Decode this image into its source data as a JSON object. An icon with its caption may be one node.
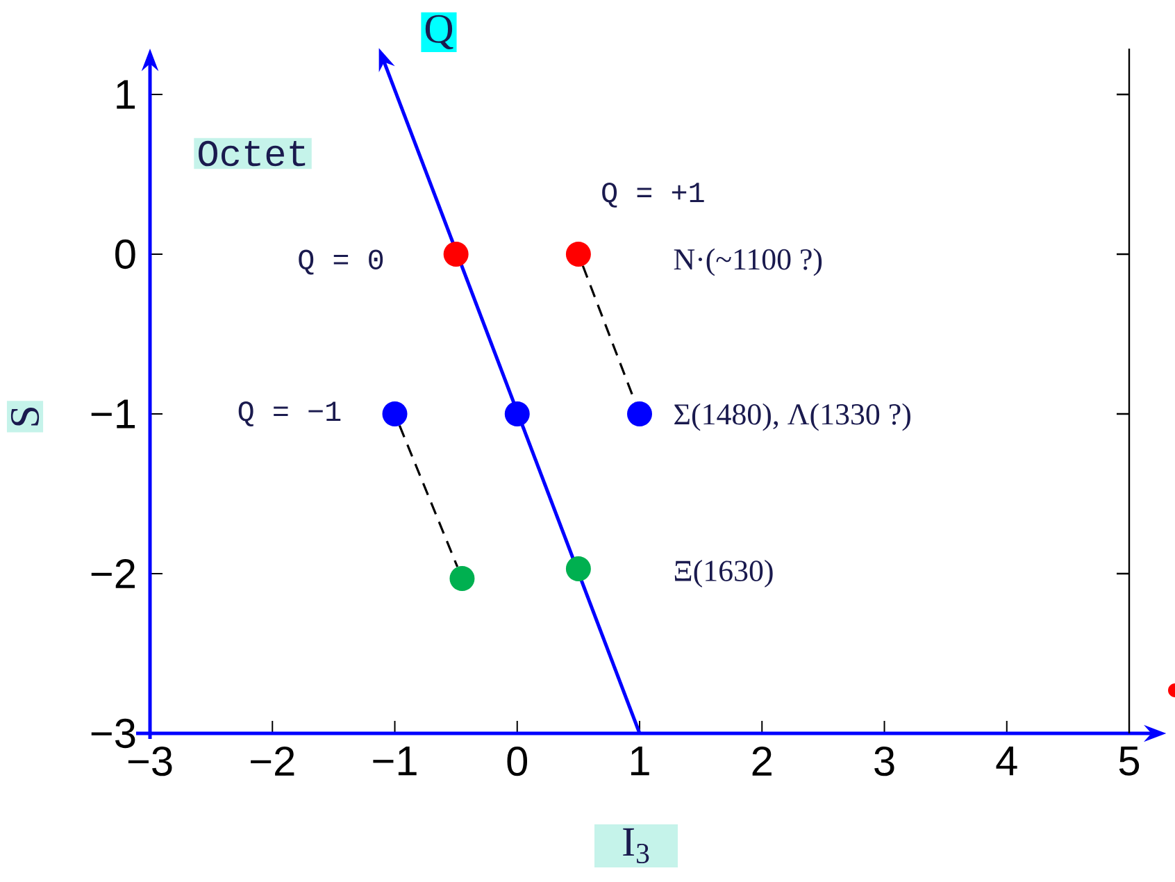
{
  "diagram": {
    "chart_data": {
      "type": "scatter",
      "xlabel": "I$_{3}$",
      "ylabel": "S",
      "xlim": [
        -3,
        5.19
      ],
      "ylim": [
        -3,
        1.2
      ],
      "xticks": [
        -3,
        -2,
        -1,
        0,
        1,
        2,
        3,
        4,
        5
      ],
      "yticks": [
        -3,
        -2,
        -1,
        0,
        1
      ],
      "x": [
        -1,
        -0.5,
        -0.45,
        0,
        0.5,
        1
      ],
      "series": [
        {
          "color": "#ff0000",
          "values": [
            null,
            0,
            null,
            null,
            0,
            null
          ]
        },
        {
          "color": "#0000ff",
          "values": [
            -1,
            null,
            null,
            -1,
            null,
            -1
          ]
        },
        {
          "color": "#00b050",
          "values": [
            null,
            null,
            -2.03,
            null,
            -1.97,
            null
          ]
        }
      ],
      "annotations": [
        "Q",
        "Octet",
        "Q = +1",
        "Q = 0",
        "N·(~1100 ?)",
        "Q = −1",
        "Σ(1480), Λ(1330 ?)",
        "Ξ(1630)"
      ]
    }
  }
}
